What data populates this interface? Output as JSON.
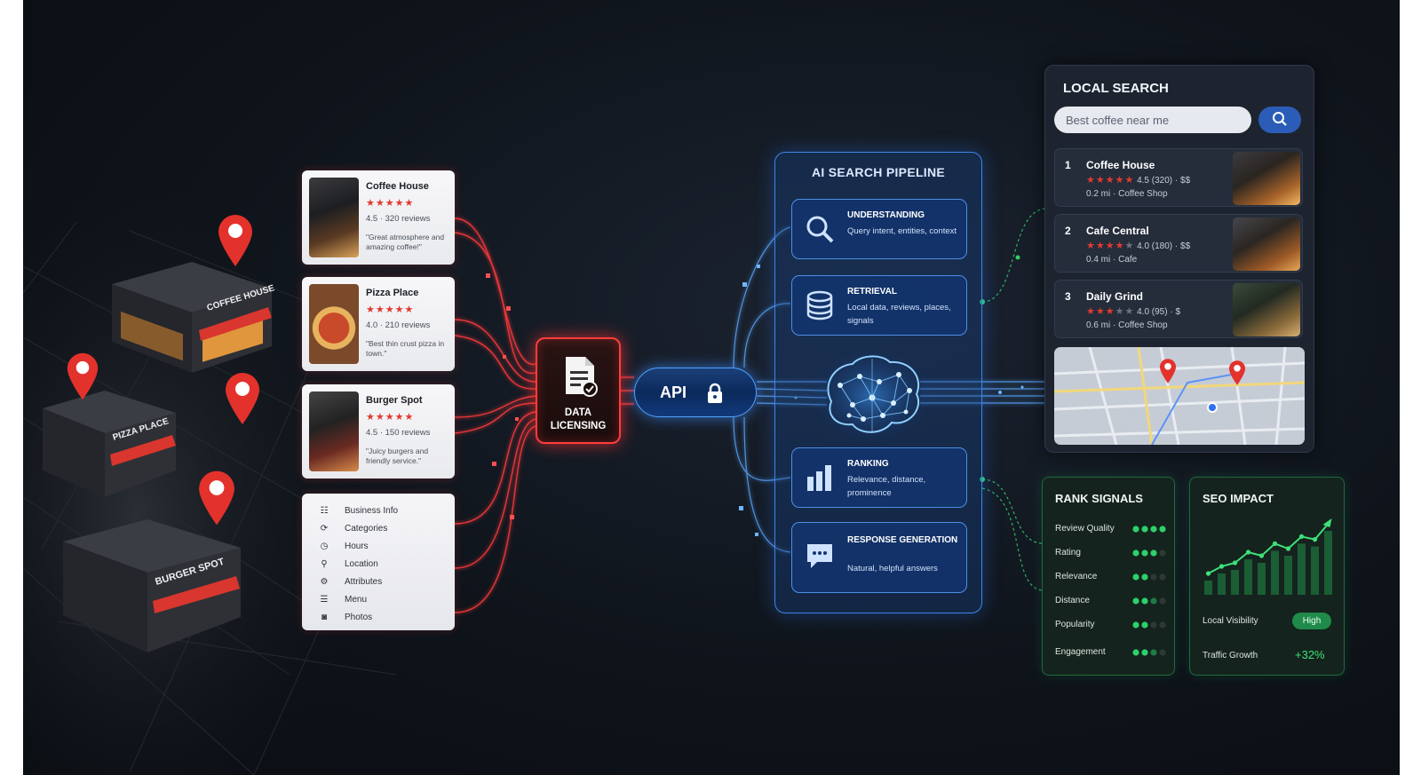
{
  "businesses": [
    {
      "name": "Coffee House",
      "stars": "★★★★★",
      "meta": "4.5 · 320 reviews",
      "quote": "\"Great atmosphere and amazing coffee!\""
    },
    {
      "name": "Pizza Place",
      "stars": "★★★★★",
      "meta": "4.0 · 210 reviews",
      "quote": "\"Best thin crust pizza in town.\""
    },
    {
      "name": "Burger Spot",
      "stars": "★★★★★",
      "meta": "4.5 · 150 reviews",
      "quote": "\"Juicy burgers and friendly service.\""
    }
  ],
  "attributes": [
    {
      "icon": "info-icon",
      "glyph": "☷",
      "label": "Business Info"
    },
    {
      "icon": "categories-icon",
      "glyph": "⟳",
      "label": "Categories"
    },
    {
      "icon": "clock-icon",
      "glyph": "◷",
      "label": "Hours"
    },
    {
      "icon": "location-icon",
      "glyph": "⚲",
      "label": "Location"
    },
    {
      "icon": "attributes-icon",
      "glyph": "⚙",
      "label": "Attributes"
    },
    {
      "icon": "menu-icon",
      "glyph": "☰",
      "label": "Menu"
    },
    {
      "icon": "camera-icon",
      "glyph": "◙",
      "label": "Photos"
    }
  ],
  "storefronts": {
    "coffee": "COFFEE HOUSE",
    "pizza": "PIZZA PLACE",
    "burger": "BURGER SPOT"
  },
  "licensing": {
    "label": "DATA\nLICENSING"
  },
  "api": {
    "label": "API"
  },
  "pipeline": {
    "title": "AI SEARCH PIPELINE",
    "stages": [
      {
        "title": "UNDERSTANDING",
        "desc": "Query intent, entities, context",
        "icon": "magnifier-icon"
      },
      {
        "title": "RETRIEVAL",
        "desc": "Local data, reviews, places, signals",
        "icon": "database-icon"
      },
      {
        "title": "RANKING",
        "desc": "Relevance, distance, prominence",
        "icon": "bar-chart-icon"
      },
      {
        "title": "RESPONSE GENERATION",
        "desc": "Natural, helpful answers",
        "icon": "chat-bubble-icon"
      }
    ]
  },
  "local_search": {
    "title": "LOCAL SEARCH",
    "query": "Best coffee near me",
    "results": [
      {
        "rank": "1",
        "name": "Coffee House",
        "stars_on": "★★★★★",
        "stars_off": "",
        "rating": "4.5 (320) · $$",
        "detail": "0.2 mi · Coffee Shop"
      },
      {
        "rank": "2",
        "name": "Cafe Central",
        "stars_on": "★★★★",
        "stars_off": "★",
        "rating": "4.0 (180) · $$",
        "detail": "0.4 mi · Cafe"
      },
      {
        "rank": "3",
        "name": "Daily Grind",
        "stars_on": "★★★",
        "stars_off": "★★",
        "rating": "4.0 (95) · $",
        "detail": "0.6 mi · Coffee Shop"
      }
    ]
  },
  "rank_signals": {
    "title": "RANK SIGNALS",
    "items": [
      {
        "label": "Review Quality",
        "level": 4
      },
      {
        "label": "Rating",
        "level": 3
      },
      {
        "label": "Relevance",
        "level": 2
      },
      {
        "label": "Distance",
        "level": 2.5
      },
      {
        "label": "Popularity",
        "level": 2
      },
      {
        "label": "Engagement",
        "level": 2.5
      }
    ]
  },
  "seo_impact": {
    "title": "SEO IMPACT",
    "trend": [
      0.2,
      0.3,
      0.35,
      0.5,
      0.45,
      0.62,
      0.55,
      0.72,
      0.68,
      0.9
    ],
    "visibility_label": "Local Visibility",
    "visibility_value": "High",
    "growth_label": "Traffic Growth",
    "growth_value": "+32%"
  },
  "colors": {
    "red": "#ff3d3d",
    "blue": "#3f8cff",
    "green": "#2ed06a"
  }
}
